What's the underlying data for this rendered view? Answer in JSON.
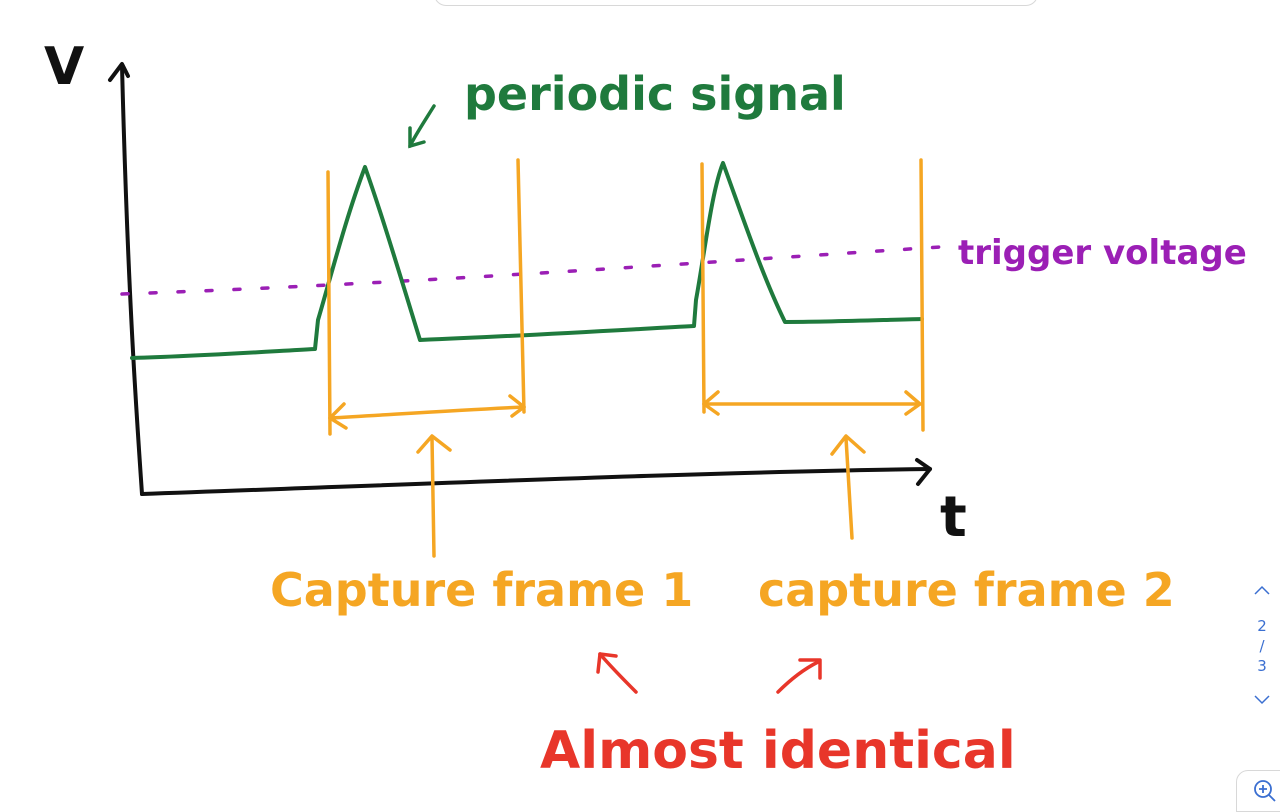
{
  "labels": {
    "v_axis": "V",
    "t_axis": "t",
    "signal": "periodic signal",
    "trigger": "trigger voltage",
    "frame1": "Capture frame 1",
    "frame2": "capture frame 2",
    "conclusion": "Almost identical"
  },
  "colors": {
    "axis": "#111111",
    "signal": "#1f7a3d",
    "trigger": "#9b1fb5",
    "frame": "#f5a623",
    "conclusion": "#e8362a",
    "pager": "#3b6fd1"
  },
  "pager": {
    "current": "2",
    "separator": "/",
    "total": "3"
  },
  "icons": {
    "prev": "chevron-up-icon",
    "next": "chevron-down-icon",
    "zoom": "zoom-in-icon"
  }
}
